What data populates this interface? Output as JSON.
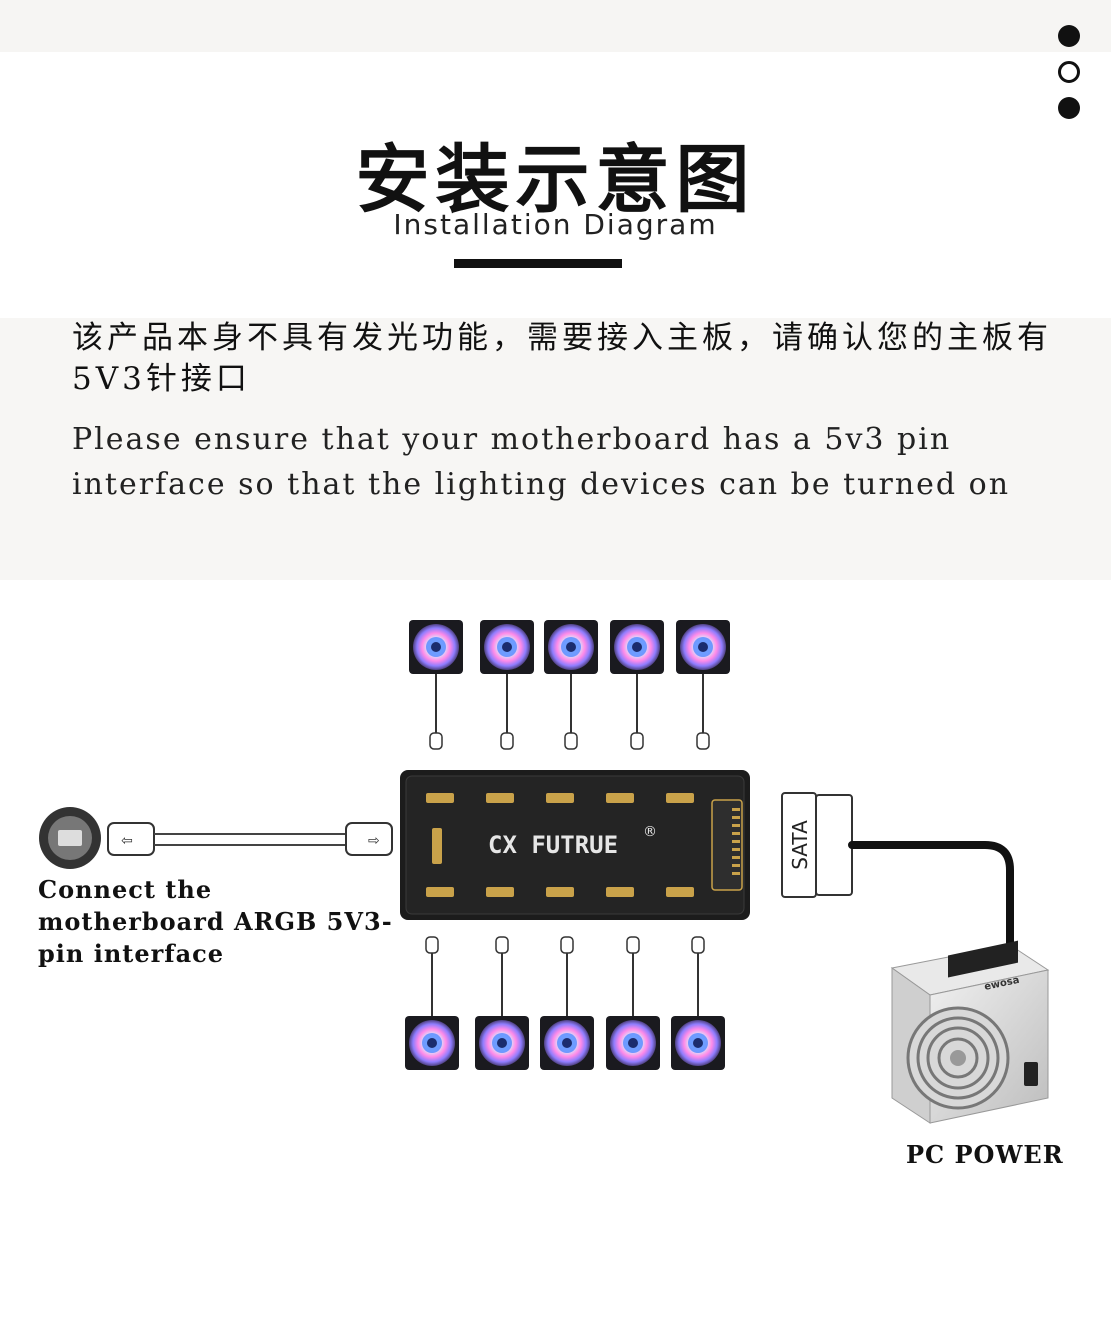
{
  "header": {
    "title_cn": "安装示意图",
    "title_en": "Installation Diagram"
  },
  "pager": {
    "dots": [
      "filled",
      "hollow",
      "filled"
    ]
  },
  "description": {
    "cn": "该产品本身不具有发光功能，需要接入主板，请确认您的主板有5V3针接口",
    "en": "Please ensure that your motherboard has a 5v3 pin interface so that the lighting devices can be turned on"
  },
  "diagram": {
    "hub_brand": "CX  FUTRUE",
    "hub_reg_mark": "®",
    "sata_label": "SATA",
    "motherboard_label": "Connect the motherboard ARGB 5V3-pin interface",
    "power_label": "PC POWER",
    "psu_brand": "ewosa",
    "fans_top_count": 5,
    "fans_bottom_count": 5
  },
  "colors": {
    "accent": "#111111",
    "hub_pcb": "#1c1c1c",
    "pins": "#c9a24a"
  }
}
